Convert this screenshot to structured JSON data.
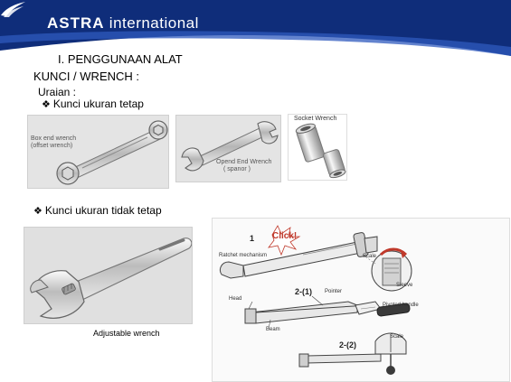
{
  "header": {
    "brand_bold": "ASTRA",
    "brand_rest": " international",
    "logo_icon": "astra-logo-icon",
    "colors": {
      "navy": "#0f2d7a",
      "blue": "#2f59bd",
      "white": "#ffffff"
    }
  },
  "content": {
    "title_line1": "I.  PENGGUNAAN ALAT",
    "title_line2": "KUNCI / WRENCH :",
    "uraian": "Uraian  :",
    "bullet_symbol": "❖",
    "bullet1": "Kunci ukuran tetap",
    "bullet2": "Kunci ukuran tidak tetap"
  },
  "images": {
    "box_wrench": {
      "label_line1": "Box end wrench",
      "label_line2": "(offset wrench)"
    },
    "open_wrench": {
      "label_line1": "Opend End Wrench",
      "label_line2": "( spanor )"
    },
    "socket_wrench": {
      "label": "Socket Wrench"
    },
    "adjustable_wrench": {
      "label": "Adjustable wrench"
    },
    "torque_wrench": {
      "number_1": "1",
      "click": "Click!",
      "ratchet": "Ratchet mechanism",
      "scale_top": "Scale",
      "sleeve": "Sleeve",
      "number_2_1": "2-(1)",
      "pointer": "Pointer",
      "head": "Head",
      "pivoted_handle": "Pivoted handle",
      "scale_bottom": "Scale",
      "beam": "Beam",
      "number_2_2": "2-(2)"
    }
  }
}
